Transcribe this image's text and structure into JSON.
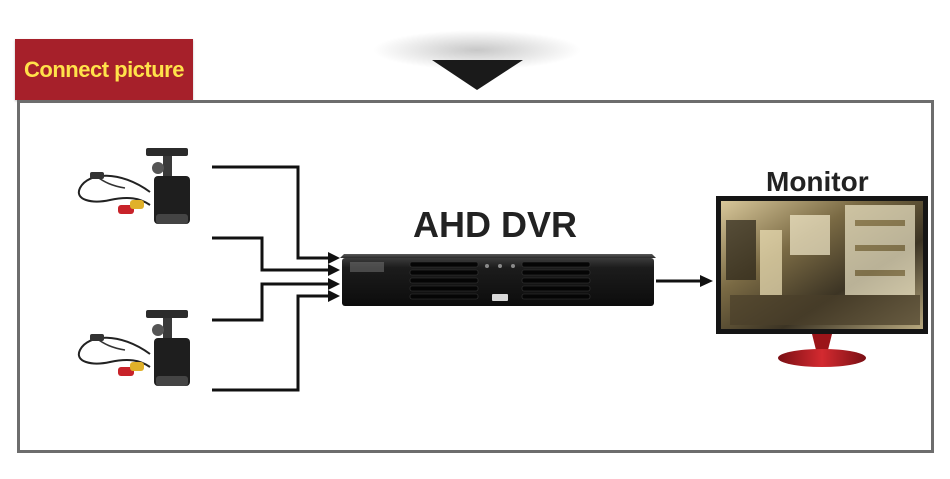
{
  "header": {
    "title": "Connect picture"
  },
  "labels": {
    "dvr": "AHD DVR",
    "monitor": "Monitor"
  },
  "colors": {
    "header_bg": "#a6202a",
    "header_text": "#ffe24a",
    "frame": "#6d6d6d",
    "line": "#111111"
  }
}
